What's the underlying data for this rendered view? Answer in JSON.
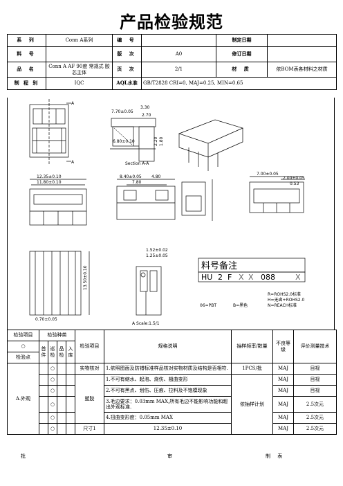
{
  "title": "产品检验规范",
  "header": {
    "series_label": "系 列",
    "series_value": "Conn A系列",
    "code_label": "编 号",
    "code_value": "",
    "date_label": "制定日期",
    "date_value": "",
    "material_no_label": "料 号",
    "material_no_value": "",
    "version_label": "版 次",
    "version_value": "A0",
    "revise_label": "修订日期",
    "revise_value": "",
    "name_label": "品 名",
    "name_value": "Conn A AF 90度 常规式 胶芯主体",
    "page_label": "页 次",
    "page_value": "2/1",
    "material_label": "材 质",
    "material_value": "依BOM表各材料之材质",
    "process_label": "制 程 别",
    "process_value": "IQC",
    "aql_label": "AQL水准",
    "aql_value": "GB/T2828 CRI=0, MAJ=0.25, MIN=0.65"
  },
  "drawing": {
    "section_label": "Section A-A",
    "scale_label": "A Scale:1.5/1",
    "dim_a": "A",
    "d_770": "7.70±0.05",
    "d_330": "3.30",
    "d_270": "2.70",
    "d_680": "6.80±0.10",
    "d_220": "2.20",
    "d_180": "1.80",
    "d_1235": "12.35±0.10",
    "d_1180": "11.80±0.10",
    "d_840": "8.40±0.05",
    "d_480": "4.80",
    "d_780": "7.80",
    "d_700": "7.00±0.05",
    "d_200": "2.00±0.05",
    "d_053": "0.53",
    "d_152": "1.52±0.02",
    "d_125": "1.25±0.05",
    "d_070": "0.70±0.05",
    "d_1350": "13.50±0.10",
    "part_legend_title": "料号备注",
    "part_code": [
      "HU",
      "2",
      "F",
      "X",
      "X",
      "088",
      "X"
    ],
    "note_pbt": "06=PBT",
    "note_color": "B=黑色",
    "note_rohs": [
      "R=ROHS2.0标准",
      "H=无卤+ROHS2.0",
      "N=REACH标准"
    ]
  },
  "inspection": {
    "h_item": "检验项目",
    "h_type": "检验种类",
    "h_circle": "○",
    "h_point": "检验点",
    "h_sub": [
      "首件",
      "巡检",
      "品检",
      "入库"
    ],
    "h_check": "检验项目",
    "h_spec": "规格说明",
    "h_sample": "抽样频率/数量",
    "h_defect": "不良等级",
    "h_eval": "评价测量技术",
    "group": "A.外观",
    "rows": [
      {
        "mark": "○",
        "item": "实物核对",
        "spec": "1.依照图面及防错标准样品核对实物材质及结构是否相符.",
        "sample": "1PCS/批",
        "level": "MAJ",
        "method": "目视"
      },
      {
        "mark": "○",
        "item": "塑胶",
        "spec": "1.不可有缩水、起泡、烧伤、翘曲变形",
        "sample": "依抽样计划",
        "level": "MAJ",
        "method": "目视"
      },
      {
        "mark": "○",
        "item": "",
        "spec": "2.不可有黑点、划伤、压痕、拉料及不饱模现象",
        "sample": "",
        "level": "MAJ",
        "method": "目视"
      },
      {
        "mark": "○",
        "item": "",
        "spec": "3.毛边要求：0.03mm MAX,所有毛边不能影响功能和超出外观标准.",
        "sample": "",
        "level": "MAJ",
        "method": "2.5次元"
      },
      {
        "mark": "○",
        "item": "",
        "spec": "4.扭曲变形度：0.05mm MAX",
        "sample": "",
        "level": "MAJ",
        "method": "2.5次元"
      },
      {
        "mark": "○",
        "item": "尺寸1",
        "spec": "12.35±0.10",
        "sample": "",
        "level": "MAJ",
        "method": "2.5次元"
      }
    ]
  },
  "footer": {
    "approve": "批",
    "review": "审",
    "prepare": "制 表"
  }
}
